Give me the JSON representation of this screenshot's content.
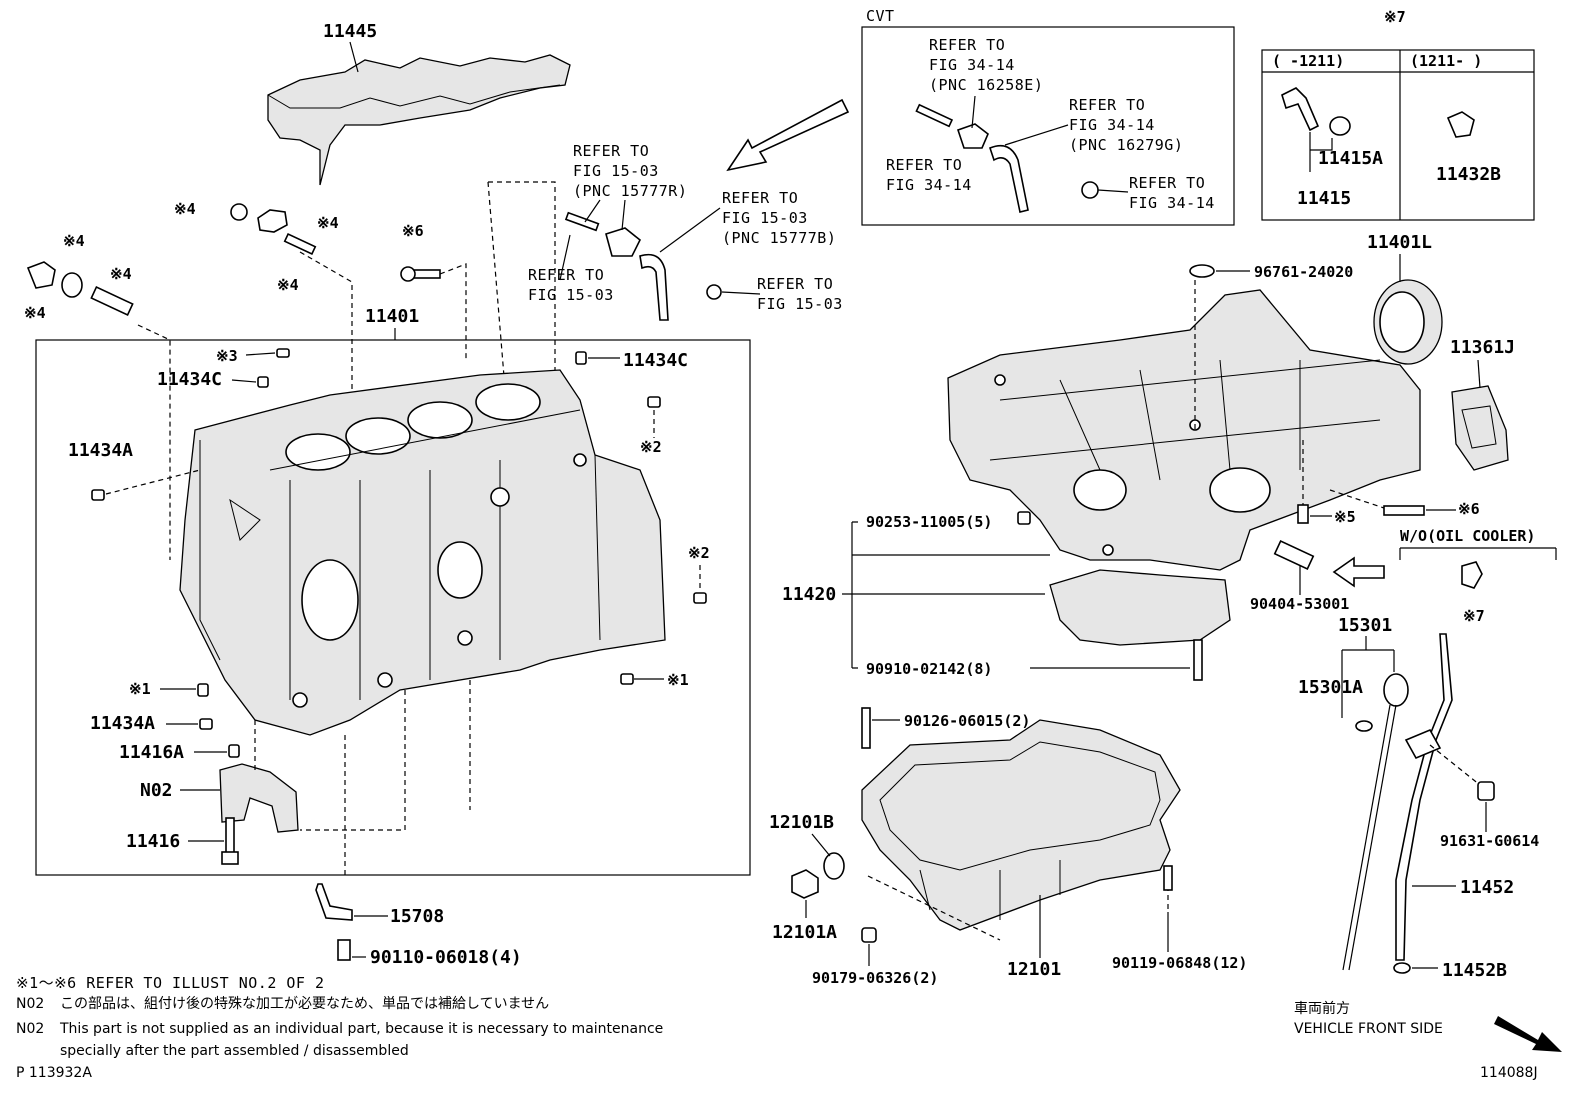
{
  "callouts": {
    "c11445": "11445",
    "c11401": "11401",
    "c11434C_a": "11434C",
    "c11434C_b": "11434C",
    "c11434A_a": "11434A",
    "c11434A_b": "11434A",
    "c11416A": "11416A",
    "cN02": "N02",
    "c11416": "11416",
    "c15708": "15708",
    "c90110": "90110-06018(4)",
    "c11420": "11420",
    "c90253": "90253-11005(5)",
    "c90910": "90910-02142(8)",
    "c96761": "96761-24020",
    "c11401L": "11401L",
    "c11361J": "11361J",
    "c90404": "90404-53001",
    "c15301": "15301",
    "c15301A": "15301A",
    "c90126": "90126-06015(2)",
    "c12101B": "12101B",
    "c12101A": "12101A",
    "c90179": "90179-06326(2)",
    "c12101": "12101",
    "c90119": "90119-06848(12)",
    "c91631": "91631-G0614",
    "c11452": "11452",
    "c11452B": "11452B",
    "c11415A": "11415A",
    "c11415": "11415",
    "c11432B": "11432B"
  },
  "marks": {
    "m1": "※1",
    "m2": "※2",
    "m3": "※3",
    "m4": "※4",
    "m5": "※5",
    "m6": "※6",
    "m7": "※7"
  },
  "refs": {
    "refer_to": "REFER TO",
    "fig_15_03": "FIG 15-03",
    "pnc_15777R": "(PNC 15777R)",
    "pnc_15777B": "(PNC 15777B)",
    "fig_34_14": "FIG 34-14",
    "pnc_16258E": "(PNC 16258E)",
    "pnc_16279G": "(PNC 16279G)"
  },
  "cvt_box": {
    "title": "CVT"
  },
  "serial_box": {
    "col1": "(     -1211)",
    "col2": "(1211-      )"
  },
  "oil_cooler": "W/O(OIL COOLER)",
  "notes": {
    "line1": "※1～※6 REFER TO ILLUST NO.2 OF 2",
    "n02_jp_label": "N02",
    "n02_jp": "この部品は、組付け後の特殊な加工が必要なため、単品では補給していません",
    "n02_en_label": "N02",
    "n02_en_1": "This part is not supplied as an individual part, because it is necessary to maintenance",
    "n02_en_2": "specially after the part assembled / disassembled"
  },
  "front": {
    "jp": "車両前方",
    "en": "VEHICLE FRONT SIDE"
  },
  "ids": {
    "left": "P 113932A",
    "right": "114088J"
  }
}
